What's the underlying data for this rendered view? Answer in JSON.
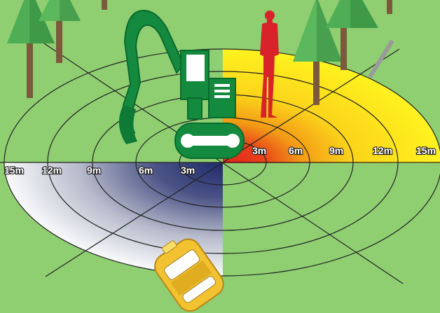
{
  "colors": {
    "grass": "#8fcf72",
    "danger_red": "#e2241f",
    "warning_orange": "#f39a16",
    "caution_yellow": "#ffe61a",
    "rear_navy": "#1f2a6b",
    "excavator_green": "#138a3e",
    "tree_green": "#5cb85c",
    "car_yellow": "#f2c230"
  },
  "right_zone": {
    "labels": [
      "3m",
      "6m",
      "9m",
      "12m",
      "15m"
    ]
  },
  "left_zone": {
    "labels": [
      "15m",
      "12m",
      "9m",
      "6m",
      "3m"
    ]
  },
  "icons": {
    "excavator": "excavator-icon",
    "worker": "worker-silhouette-icon",
    "car": "taxi-car-icon",
    "trees": "tree-icon"
  }
}
